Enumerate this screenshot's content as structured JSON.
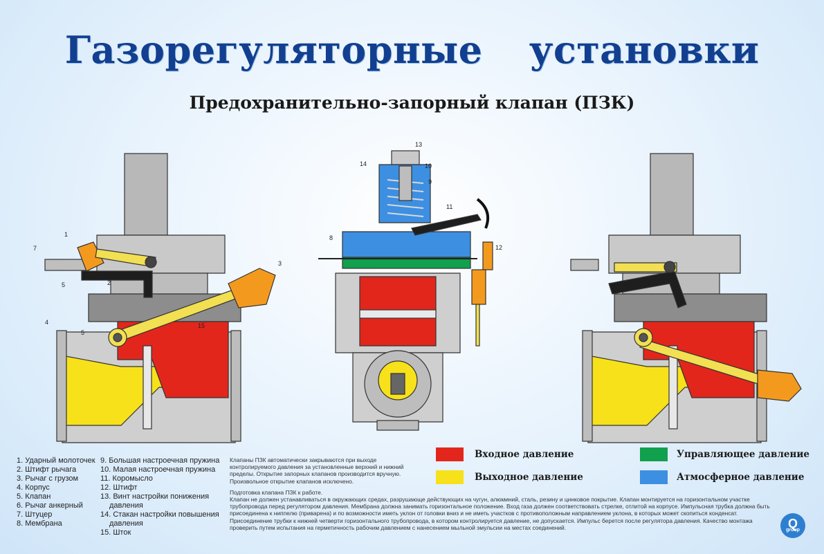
{
  "header": {
    "title": "Газорегуляторные установки",
    "subtitle": "Предохранительно-запорный клапан (ПЗК)"
  },
  "colors": {
    "inlet": "#e2261c",
    "outlet": "#f7e11a",
    "control": "#11a04d",
    "atmospheric": "#3d8fe2",
    "metal": "#c9c9c9",
    "lever": "#f2df52",
    "weight": "#f39a1e",
    "title": "#123f8f"
  },
  "callouts": {
    "left": [
      "7",
      "1",
      "5",
      "2",
      "3",
      "4",
      "5",
      "15"
    ],
    "center": [
      "13",
      "14",
      "10",
      "9",
      "11",
      "8",
      "12"
    ]
  },
  "parts_col1": [
    "1. Ударный молоточек",
    "2. Штифт рычага",
    "3. Рычаг с грузом",
    "4. Корпус",
    "5. Клапан",
    "6. Рычаг анкерный",
    "7. Штуцер",
    "8. Мембрана"
  ],
  "parts_col2": [
    "9. Большая настроечная пружина",
    "10. Малая настроечная пружина",
    "11. Коромысло",
    "12. Штифт",
    "13. Винт настройки понижения",
    "давления",
    "14. Стакан настройки повышения",
    "давления",
    "15. Шток"
  ],
  "notes": {
    "intro": "Клапаны ПЗК автоматически закрываются при выходе контролируемого давления за установленные верхний и нижний пределы. Открытие запорных клапанов производится вручную. Произвольное открытие клапанов исключено.",
    "prep_title": "Подготовка клапана ПЗК к работе.",
    "prep_text": "Клапан не должен устанавливаться в окружающих средах, разрушающе действующих на чугун, алюминий, сталь, резину и цинковое покрытие. Клапан монтируется на горизонтальном участке трубопровода перед регулятором давления. Мембрана должна занимать горизонтальное положение. Вход газа должен соответствовать стрелке, отлитой на корпусе. Импульсная трубка должна быть присоединена к ниппелю (приварена) и по возможности иметь уклон от головки вниз и не иметь участков с противоположным направлением уклона, в которых может скопиться конденсат. Присоединение трубки к нижней четверти горизонтального трубопровода, в котором контролируется давление, не допускается. Импульс берется после регулятора давления. Качество монтажа проверить путем испытания на герметичность рабочим давлением с нанесением мыльной эмульсии на местах соединений."
  },
  "legend": {
    "inlet": "Входное давление",
    "outlet": "Выходное давление",
    "control": "Управляющее давление",
    "atmospheric": "Атмосферное давление"
  },
  "logo": {
    "mark": "Q",
    "text": "group"
  }
}
